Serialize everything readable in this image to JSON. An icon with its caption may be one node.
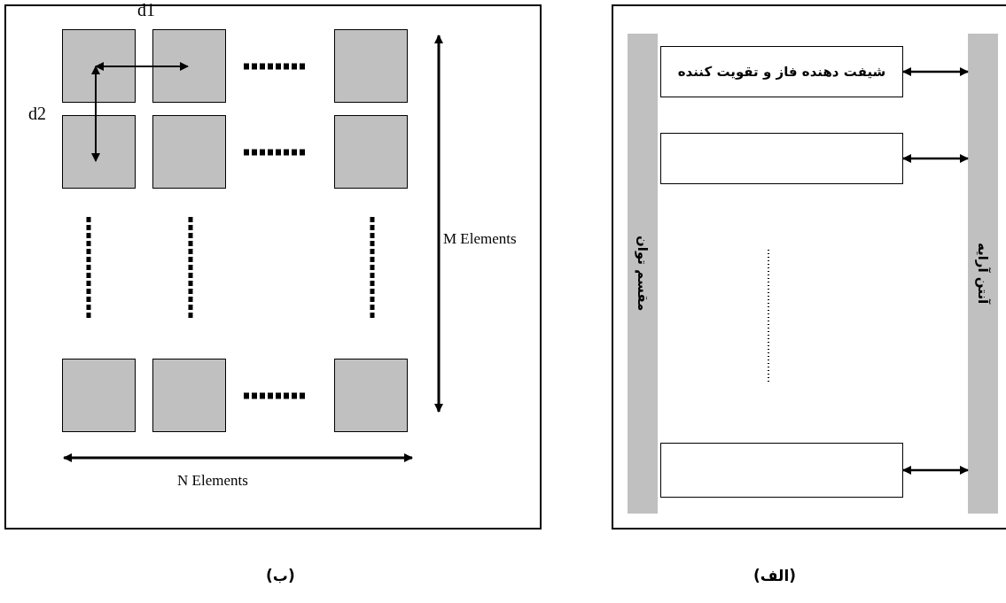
{
  "diagram": {
    "nodes": [
      {
        "text": [
          "مقسم توان"
        ]
      },
      {
        "text": [
          "شیفت دهنده فاز و تقویت کننده"
        ]
      },
      {
        "text": [],
        "shape": "box"
      },
      {
        "text": [],
        "shape": "box"
      },
      {
        "text": [
          "آنتن آرایه"
        ]
      }
    ],
    "edges": [
      {
        "from": 1,
        "to": 4,
        "arrow": "both"
      },
      {
        "from": 2,
        "to": 4,
        "arrow": "both"
      },
      {
        "from": 3,
        "to": 4,
        "arrow": "both"
      }
    ],
    "labels": [
      "d1",
      "d2",
      "M Elements",
      "N Elements",
      "(ب)",
      "(الف)"
    ]
  }
}
